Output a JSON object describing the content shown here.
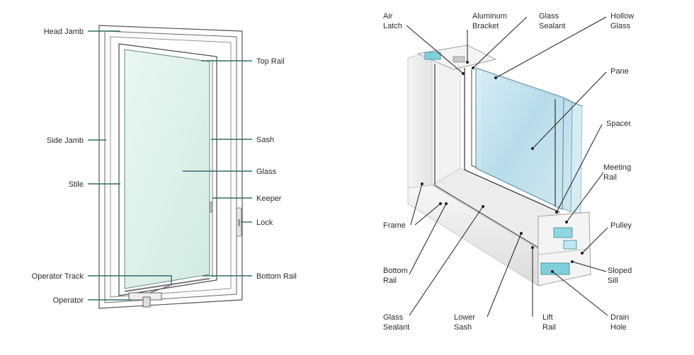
{
  "left_diagram": {
    "labels": {
      "head_jamb": "Head Jamb",
      "side_jamb": "Side Jamb",
      "stile": "Stile",
      "operator_track": "Operator Track",
      "operator": "Operator",
      "top_rail": "Top Rail",
      "sash": "Sash",
      "glass": "Glass",
      "keeper": "Keeper",
      "lock": "Lock",
      "bottom_rail": "Bottom Rail"
    }
  },
  "right_diagram": {
    "labels": {
      "air_latch": [
        "Air",
        "Latch"
      ],
      "aluminum_bracket": [
        "Aluminum",
        "Bracket"
      ],
      "glass_sealant_top": [
        "Glass",
        "Sealant"
      ],
      "hollow_glass": [
        "Hollow",
        "Glass"
      ],
      "pane": "Pane",
      "spacer": "Spacer",
      "meeting_rail": [
        "Meeting",
        "Rail"
      ],
      "pulley": "Pulley",
      "frame": "Frame",
      "bottom_rail": [
        "Bottom",
        "Rail"
      ],
      "sloped_sill": [
        "Sloped",
        "Sill"
      ],
      "glass_sealant_bottom": [
        "Glass",
        "Sealant"
      ],
      "lower_sash": [
        "Lower",
        "Sash"
      ],
      "lift_rail": [
        "Lift",
        "Rail"
      ],
      "drain_hole": [
        "Drain",
        "Hole"
      ]
    }
  }
}
